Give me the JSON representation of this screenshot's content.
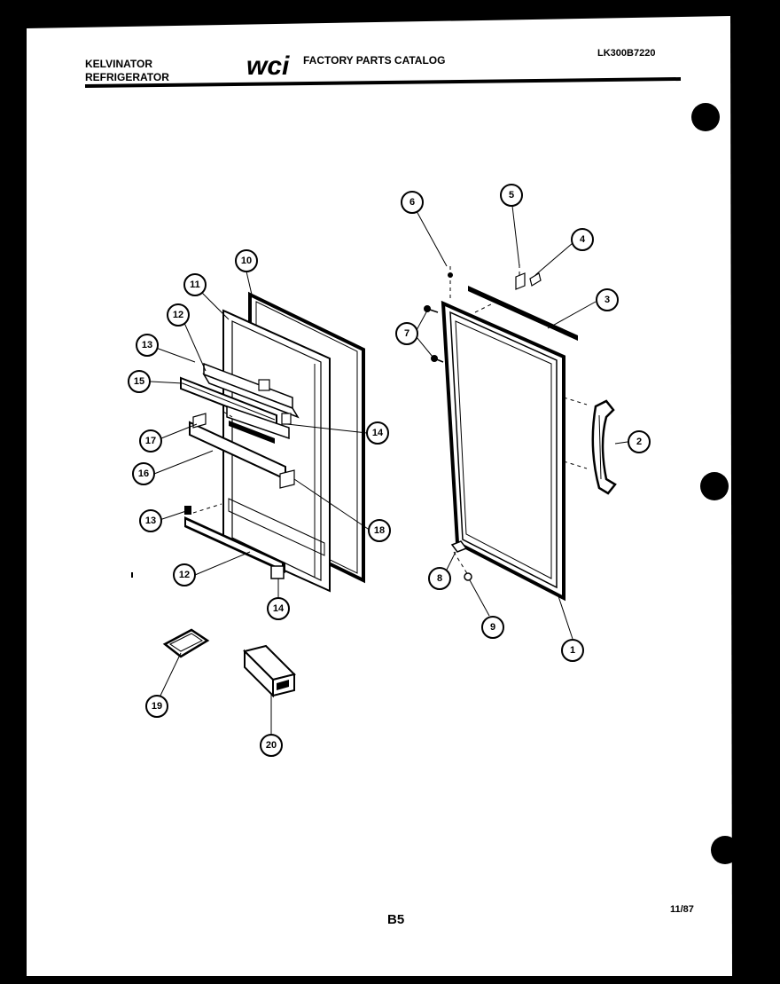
{
  "header": {
    "brand_line1": "KELVINATOR",
    "brand_line2": "REFRIGERATOR",
    "logo_text": "wci",
    "catalog_title": "FACTORY PARTS CATALOG",
    "model_number": "LK300B7220"
  },
  "footer": {
    "page_code": "B5",
    "date": "11/87"
  },
  "callouts": [
    {
      "id": "c1",
      "label": "1"
    },
    {
      "id": "c2",
      "label": "2"
    },
    {
      "id": "c3",
      "label": "3"
    },
    {
      "id": "c4",
      "label": "4"
    },
    {
      "id": "c5",
      "label": "5"
    },
    {
      "id": "c6",
      "label": "6"
    },
    {
      "id": "c7",
      "label": "7"
    },
    {
      "id": "c8",
      "label": "8"
    },
    {
      "id": "c9",
      "label": "9"
    },
    {
      "id": "c10",
      "label": "10"
    },
    {
      "id": "c11",
      "label": "11"
    },
    {
      "id": "c12a",
      "label": "12"
    },
    {
      "id": "c12b",
      "label": "12"
    },
    {
      "id": "c13a",
      "label": "13"
    },
    {
      "id": "c13b",
      "label": "13"
    },
    {
      "id": "c14a",
      "label": "14"
    },
    {
      "id": "c14b",
      "label": "14"
    },
    {
      "id": "c15",
      "label": "15"
    },
    {
      "id": "c16",
      "label": "16"
    },
    {
      "id": "c17",
      "label": "17"
    },
    {
      "id": "c18",
      "label": "18"
    },
    {
      "id": "c19",
      "label": "19"
    },
    {
      "id": "c20",
      "label": "20"
    }
  ]
}
